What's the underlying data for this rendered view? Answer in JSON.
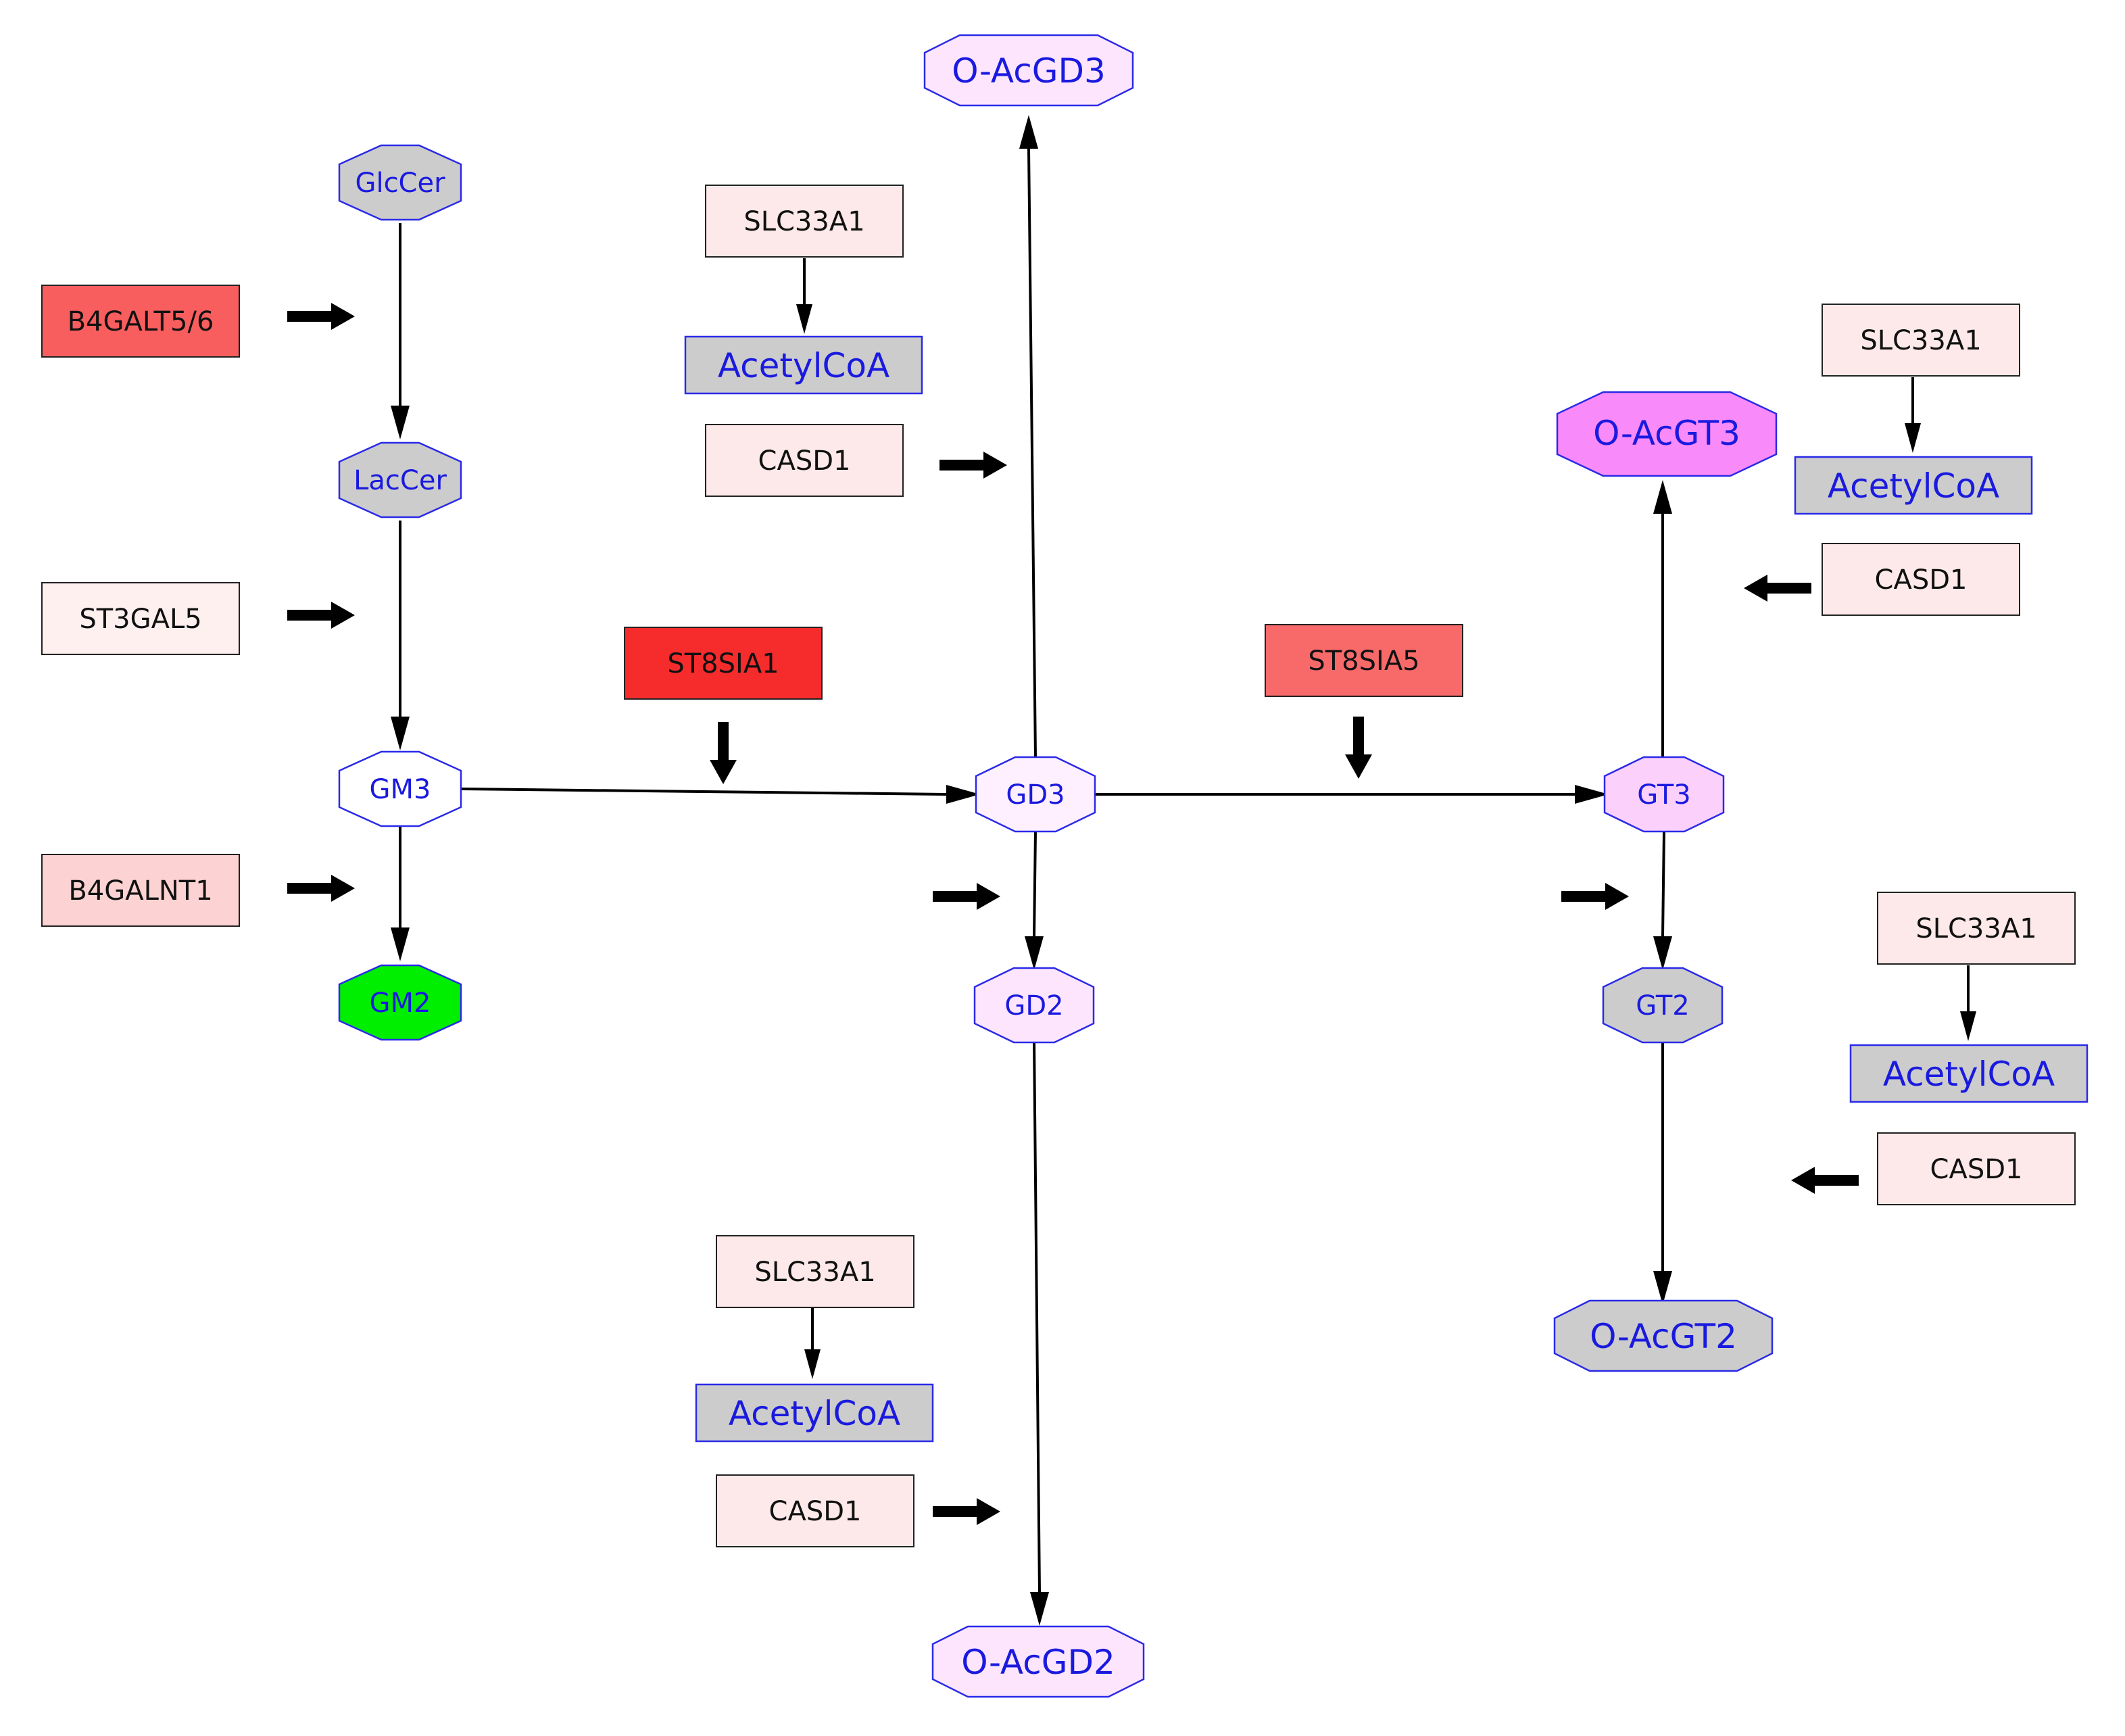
{
  "metabolites": {
    "glccer": {
      "label": "GlcCer",
      "fill": "#cccccc"
    },
    "laccer": {
      "label": "LacCer",
      "fill": "#cccccc"
    },
    "gm3": {
      "label": "GM3",
      "fill": "#ffffff"
    },
    "gm2": {
      "label": "GM2",
      "fill": "#00ee00"
    },
    "gd3": {
      "label": "GD3",
      "fill": "#fff0ff"
    },
    "gd2": {
      "label": "GD2",
      "fill": "#fde6fd"
    },
    "gt3": {
      "label": "GT3",
      "fill": "#fbd0fb"
    },
    "gt2": {
      "label": "GT2",
      "fill": "#cccccc"
    },
    "oacgd3": {
      "label": "O-AcGD3",
      "fill": "#fde6fd"
    },
    "oacgd2": {
      "label": "O-AcGD2",
      "fill": "#fde6fd"
    },
    "oacgt3": {
      "label": "O-AcGT3",
      "fill": "#f98af9"
    },
    "oacgt2": {
      "label": "O-AcGT2",
      "fill": "#cccccc"
    }
  },
  "cofactors": {
    "acetylcoa_1": {
      "label": "AcetylCoA",
      "fill": "#cccccc"
    },
    "acetylcoa_2": {
      "label": "AcetylCoA",
      "fill": "#cccccc"
    },
    "acetylcoa_3": {
      "label": "AcetylCoA",
      "fill": "#cccccc"
    },
    "acetylcoa_4": {
      "label": "AcetylCoA",
      "fill": "#cccccc"
    }
  },
  "enzymes": {
    "b4galt56": {
      "label": "B4GALT5/6",
      "fill": "#f85e5e"
    },
    "st3gal5": {
      "label": "ST3GAL5",
      "fill": "#fff0f0"
    },
    "b4galnt1": {
      "label": "B4GALNT1",
      "fill": "#fcd2d2"
    },
    "st8sia1": {
      "label": "ST8SIA1",
      "fill": "#f62c2c"
    },
    "st8sia5": {
      "label": "ST8SIA5",
      "fill": "#f86a6a"
    },
    "slc33a1_1": {
      "label": "SLC33A1",
      "fill": "#fde9e9"
    },
    "casd1_1": {
      "label": "CASD1",
      "fill": "#fde9e9"
    },
    "slc33a1_2": {
      "label": "SLC33A1",
      "fill": "#fde9e9"
    },
    "casd1_2": {
      "label": "CASD1",
      "fill": "#fde9e9"
    },
    "slc33a1_3": {
      "label": "SLC33A1",
      "fill": "#fde9e9"
    },
    "casd1_3": {
      "label": "CASD1",
      "fill": "#fde9e9"
    },
    "slc33a1_4": {
      "label": "SLC33A1",
      "fill": "#fde9e9"
    },
    "casd1_4": {
      "label": "CASD1",
      "fill": "#fde9e9"
    }
  },
  "colors": {
    "node_border": "#2a2ae8",
    "node_text": "#1a1adf",
    "enzyme_border": "#222222",
    "edge": "#000000"
  }
}
